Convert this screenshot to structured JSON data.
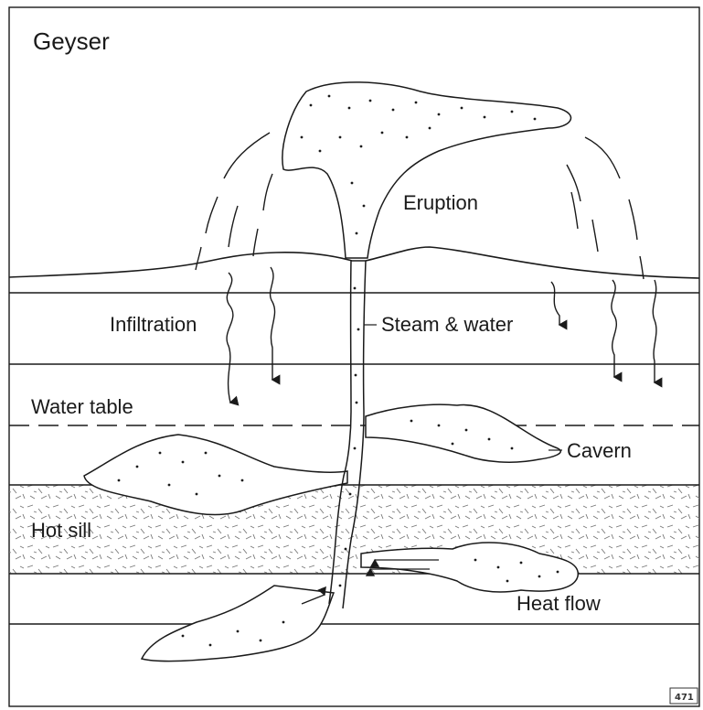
{
  "title": "Geyser",
  "labels": {
    "eruption": "Eruption",
    "infiltration": "Infiltration",
    "steam_water": "Steam & water",
    "water_table": "Water table",
    "cavern": "Cavern",
    "hot_sill": "Hot sill",
    "heat_flow": "Heat flow"
  },
  "badge": "471",
  "colors": {
    "ink": "#1a1a1a",
    "background": "#ffffff"
  }
}
